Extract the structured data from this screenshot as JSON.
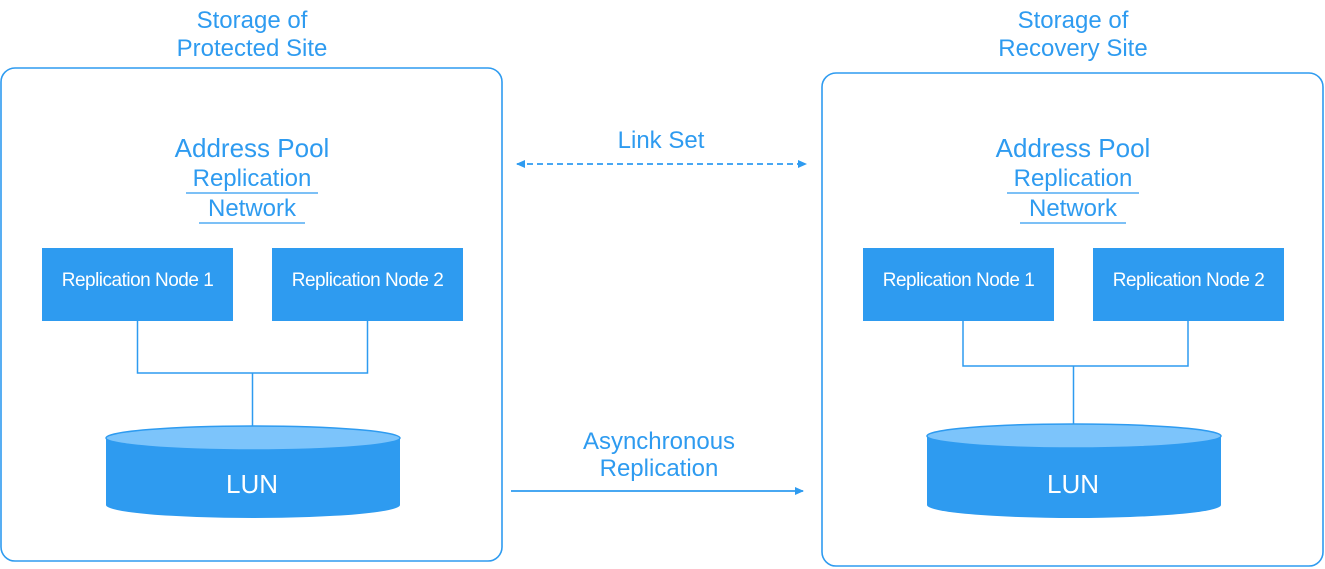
{
  "protected_site": {
    "title_line1": "Storage of",
    "title_line2": "Protected Site",
    "address_pool": "Address Pool",
    "replication_network_line1": "Replication",
    "replication_network_line2": "Network",
    "node1": "Replication Node 1",
    "node2": "Replication Node 2",
    "lun": "LUN"
  },
  "recovery_site": {
    "title_line1": "Storage of",
    "title_line2": "Recovery Site",
    "address_pool": "Address Pool",
    "replication_network_line1": "Replication",
    "replication_network_line2": "Network",
    "node1": "Replication Node 1",
    "node2": "Replication Node 2",
    "lun": "LUN"
  },
  "connections": {
    "link_set": "Link Set",
    "async_line1": "Asynchronous",
    "async_line2": "Replication"
  },
  "colors": {
    "primary": "#2e9bf0",
    "node_fill": "#2e9bf0",
    "lun_top": "#7cc4fb",
    "line": "#2e9bf0"
  }
}
